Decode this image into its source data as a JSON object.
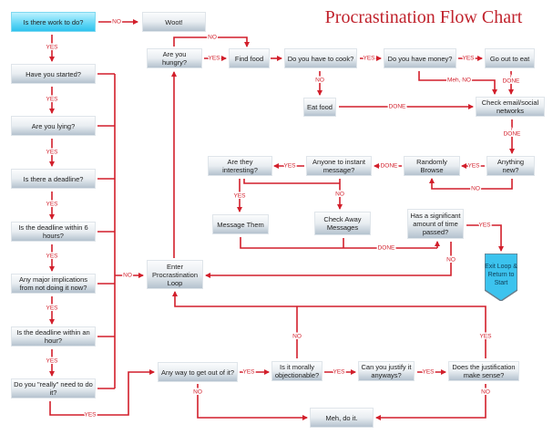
{
  "title": "Procrastination Flow Chart",
  "nodes": {
    "work": "Is there work to do?",
    "woot": "Woot!",
    "started": "Have you started?",
    "lying": "Are you lying?",
    "deadline": "Is there a deadline?",
    "six_hours": "Is the deadline within 6 hours?",
    "implications": "Any major implications from not doing it now?",
    "hour": "Is the deadline within an hour?",
    "really": "Do you \"really\" need to do it?",
    "hungry": "Are you hungry?",
    "find_food": "Find food",
    "cook": "Do you have to cook?",
    "money": "Do you have money?",
    "go_out": "Go out to eat",
    "eat_food": "Eat food",
    "check_email": "Check email/social networks",
    "anything_new": "Anything new?",
    "browse": "Randomly Browse",
    "instant_message": "Anyone to instant message?",
    "interesting": "Are they interesting?",
    "message_them": "Message Them",
    "check_away": "Check Away Messages",
    "significant_time": "Has a significant amount of time passed?",
    "exit_loop": "Exit Loop & Return to Start",
    "enter_loop": "Enter Procrastination Loop",
    "get_out": "Any way to get out of it?",
    "morally": "Is it morally objectionable?",
    "justify": "Can you justify it anyways?",
    "justification": "Does the justification make sense?",
    "meh": "Meh, do it."
  },
  "edge_labels": {
    "yes": "YES",
    "no": "NO",
    "done": "DONE",
    "meh_no": "Meh, NO"
  },
  "colors": {
    "line": "#d21f2b",
    "start": "#2fc2ee",
    "title": "#c0222c"
  }
}
